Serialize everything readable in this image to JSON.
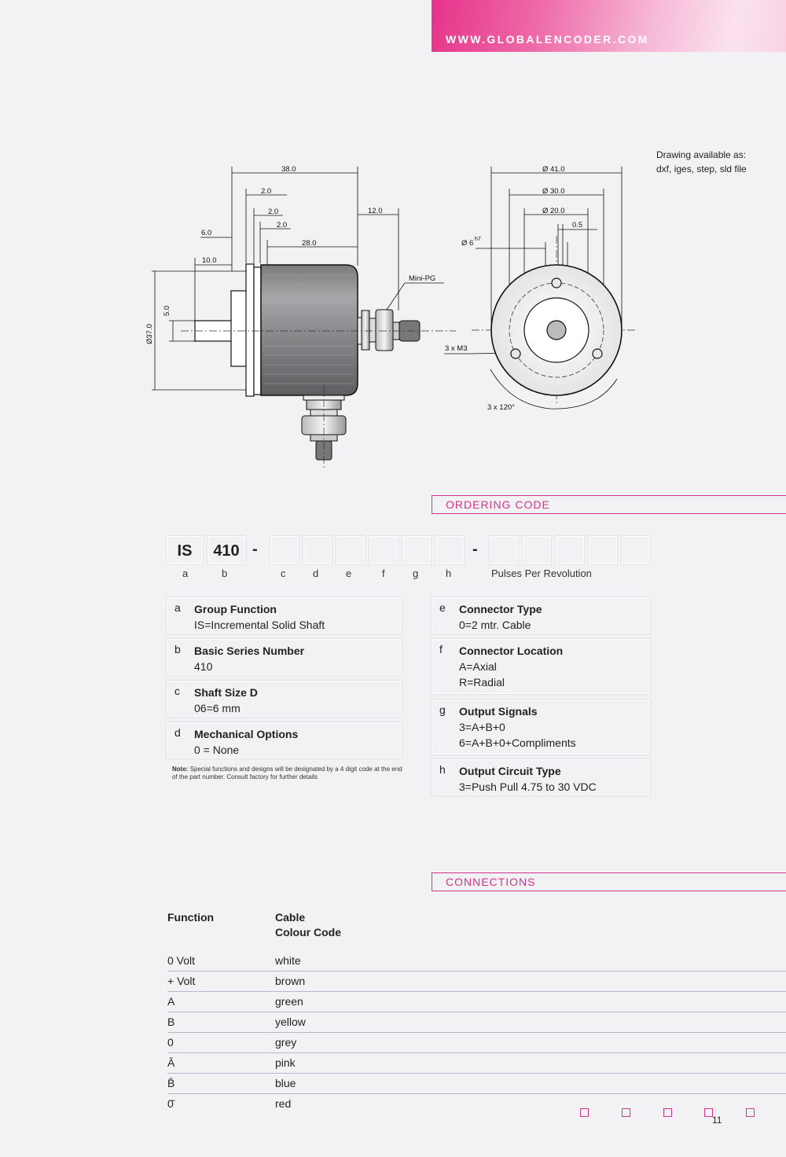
{
  "header": {
    "url": "WWW.GLOBALENCODER.COM"
  },
  "drawing": {
    "note_lines": [
      "Drawing available as:",
      "dxf, iges, step, sld file"
    ],
    "dims_side": [
      "38.0",
      "2.0",
      "2.0",
      "2.0",
      "12.0",
      "6.0",
      "28.0",
      "10.0",
      "Mini-PG",
      "Ø37.0",
      "5.0"
    ],
    "dims_front": [
      "Ø 41.0",
      "Ø 30.0",
      "Ø 20.0",
      "0.5",
      "Ø 6",
      "h7",
      "3 x M3",
      "3 x 120°"
    ]
  },
  "ordering": {
    "section_title": "ORDERING CODE",
    "code_fixed": [
      "IS",
      "410"
    ],
    "dash": "-",
    "labels": [
      "a",
      "b",
      "c",
      "d",
      "e",
      "f",
      "g",
      "h",
      "Pulses Per Revolution"
    ],
    "options": [
      {
        "letter": "a",
        "title": "Group Function",
        "lines": [
          "IS=Incremental Solid Shaft"
        ]
      },
      {
        "letter": "b",
        "title": "Basic Series Number",
        "lines": [
          "410"
        ]
      },
      {
        "letter": "c",
        "title": "Shaft Size D",
        "lines": [
          "06=6 mm"
        ]
      },
      {
        "letter": "d",
        "title": "Mechanical Options",
        "lines": [
          "0 = None"
        ]
      },
      {
        "letter": "e",
        "title": "Connector Type",
        "lines": [
          "0=2 mtr. Cable"
        ]
      },
      {
        "letter": "f",
        "title": "Connector Location",
        "lines": [
          "A=Axial",
          "R=Radial"
        ]
      },
      {
        "letter": "g",
        "title": "Output Signals",
        "lines": [
          "3=A+B+0",
          "6=A+B+0+Compliments"
        ]
      },
      {
        "letter": "h",
        "title": "Output Circuit Type",
        "lines": [
          "3=Push Pull 4.75 to 30 VDC"
        ]
      }
    ],
    "note_label": "Note:",
    "note_text": "Special functions and designs will be designated by a 4 digit code at the end of the part number. Consult factory for further details"
  },
  "connections": {
    "section_title": "CONNECTIONS",
    "col_function": "Function",
    "col_cable_1": "Cable",
    "col_cable_2": "Colour Code",
    "rows": [
      {
        "function": "0 Volt",
        "color": "white"
      },
      {
        "function": "+ Volt",
        "color": "brown"
      },
      {
        "function": "A",
        "color": "green"
      },
      {
        "function": "B",
        "color": "yellow"
      },
      {
        "function": "0",
        "color": "grey"
      },
      {
        "function": "Ā",
        "color": "pink"
      },
      {
        "function": "B̄",
        "color": "blue"
      },
      {
        "function": "0̄",
        "color": "red"
      }
    ]
  },
  "footer": {
    "page_number": "11"
  },
  "colors": {
    "accent": "#d4338a",
    "banner_start": "#e6338a",
    "row_rule": "#b8b8cc"
  }
}
